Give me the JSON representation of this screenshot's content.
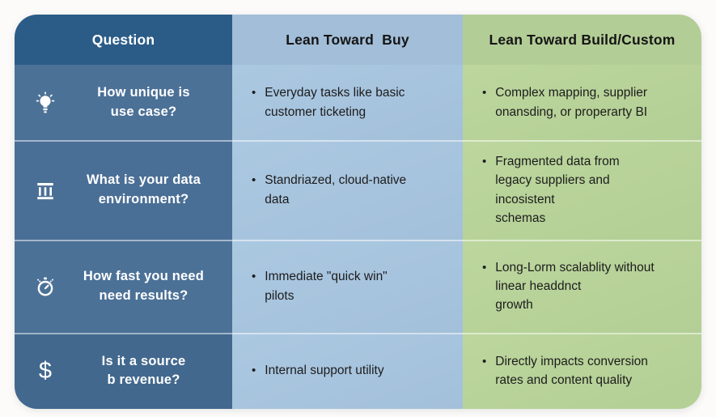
{
  "palette": {
    "header_question_bg": "#2b5c87",
    "header_buy_bg": "#a2bed8",
    "header_build_bg": "#b3cd96",
    "question_col_bg": "#4c7197",
    "question_row4_bg": "#42688e",
    "buy_col_bg": "#a9c6e0",
    "build_col_bg": "#b9d49b",
    "question_text": "#ffffff",
    "body_text": "#1c1c1c"
  },
  "bullet_char": "•",
  "icons": {
    "dollar": "$"
  },
  "header": {
    "question": "Question",
    "buy": "Lean Toward  Buy",
    "build": "Lean Toward Build/Custom"
  },
  "rows": [
    {
      "icon": "lightbulb-icon",
      "question": "How unique is\nuse case?",
      "buy": "Everyday tasks like basic\ncustomer ticketing",
      "build": "Complex mapping, supplier\nonansding, or properarty BI"
    },
    {
      "icon": "bank-icon",
      "question": "What is your data\nenvironment?",
      "buy": "Standriazed, cloud-native\ndata",
      "build": "Fragmented data from\nlegacy suppliers and\nincosistent\nschemas"
    },
    {
      "icon": "stopwatch-icon",
      "question": "How fast you need\nneed results?",
      "buy": "Immediate \"quick win\"\npilots",
      "build": "Long-Lorm scalablity without\nlinear headdnct\ngrowth"
    },
    {
      "icon": "dollar-icon",
      "question": "Is it a source\nb revenue?",
      "buy": "Internal support utility",
      "build": "Directly impacts conversion\nrates and content quality"
    }
  ]
}
